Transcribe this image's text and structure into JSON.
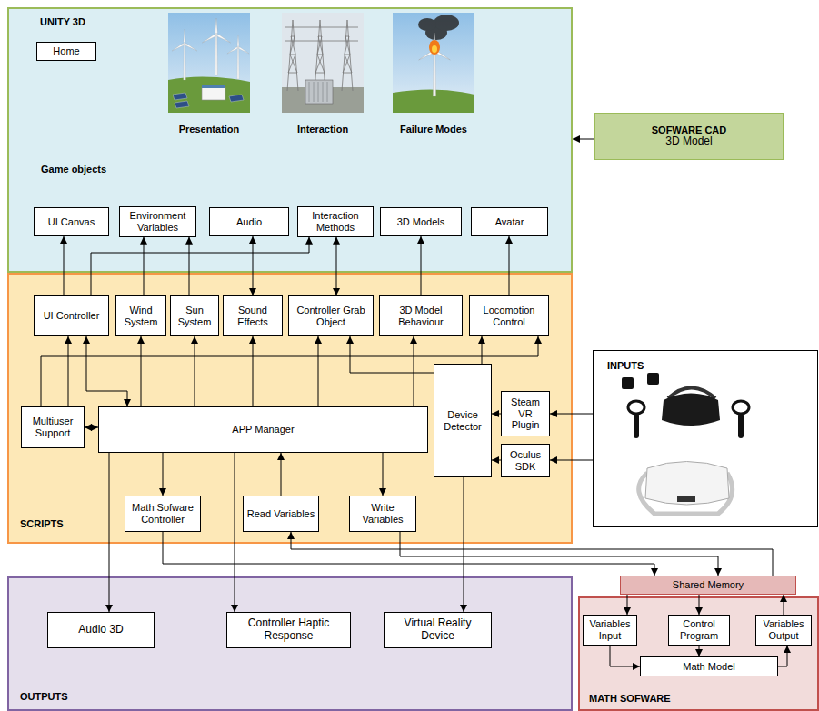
{
  "diagram": {
    "nodes": [
      {
        "text": [
          "UNITY 3D"
        ]
      },
      {
        "text": [
          "Home"
        ],
        "in": 0
      },
      {
        "text": [
          "UI Canvas"
        ],
        "in": 0
      },
      {
        "text": [
          "Environment Variables"
        ],
        "in": 0
      },
      {
        "text": [
          "Audio"
        ],
        "in": 0
      },
      {
        "text": [
          "Interaction Methods"
        ],
        "in": 0
      },
      {
        "text": [
          "3D Models"
        ],
        "in": 0
      },
      {
        "text": [
          "Avatar"
        ],
        "in": 0
      },
      {
        "text": [
          "SOFWARE CAD",
          "3D Model"
        ]
      },
      {
        "text": [
          "SCRIPTS"
        ]
      },
      {
        "text": [
          "UI Controller"
        ],
        "in": 9
      },
      {
        "text": [
          "Wind System"
        ],
        "in": 9
      },
      {
        "text": [
          "Sun System"
        ],
        "in": 9
      },
      {
        "text": [
          "Sound Effects"
        ],
        "in": 9
      },
      {
        "text": [
          "Controller Grab Object"
        ],
        "in": 9
      },
      {
        "text": [
          "3D Model Behaviour"
        ],
        "in": 9
      },
      {
        "text": [
          "Locomotion Control"
        ],
        "in": 9
      },
      {
        "text": [
          "Multiuser Support"
        ],
        "in": 9
      },
      {
        "text": [
          "APP Manager"
        ],
        "in": 9
      },
      {
        "text": [
          "Device Detector"
        ],
        "in": 9
      },
      {
        "text": [
          "Steam VR Plugin"
        ],
        "in": 9
      },
      {
        "text": [
          "Oculus SDK"
        ],
        "in": 9
      },
      {
        "text": [
          "Math Sofware Controller"
        ],
        "in": 9
      },
      {
        "text": [
          "Read Variables"
        ],
        "in": 9
      },
      {
        "text": [
          "Write Variables"
        ],
        "in": 9
      },
      {
        "text": [
          "INPUTS"
        ]
      },
      {
        "text": [
          "OUTPUTS"
        ]
      },
      {
        "text": [
          "Audio 3D"
        ],
        "in": 26
      },
      {
        "text": [
          "Controller Haptic Response"
        ],
        "in": 26
      },
      {
        "text": [
          "Virtual Reality Device"
        ],
        "in": 26
      },
      {
        "text": [
          "Shared Memory"
        ]
      },
      {
        "text": [
          "MATH SOFWARE"
        ]
      },
      {
        "text": [
          "Variables Input"
        ],
        "in": 31
      },
      {
        "text": [
          "Control Program"
        ],
        "in": 31
      },
      {
        "text": [
          "Variables Output"
        ],
        "in": 31
      },
      {
        "text": [
          "Math Model"
        ],
        "in": 31
      }
    ],
    "edges": [
      {
        "from": 8,
        "to": 0,
        "arrow": "to"
      },
      {
        "from": 10,
        "to": 2,
        "arrow": "to"
      },
      {
        "from": 10,
        "to": 5,
        "arrow": "to"
      },
      {
        "from": 11,
        "to": 3,
        "arrow": "to"
      },
      {
        "from": 12,
        "to": 3,
        "arrow": "to"
      },
      {
        "from": 13,
        "to": 4,
        "arrow": "both"
      },
      {
        "from": 14,
        "to": 5,
        "arrow": "both"
      },
      {
        "from": 15,
        "to": 6,
        "arrow": "to"
      },
      {
        "from": 16,
        "to": 7,
        "arrow": "to"
      },
      {
        "from": 18,
        "to": 10,
        "arrow": "both"
      },
      {
        "from": 18,
        "to": 11,
        "arrow": "to"
      },
      {
        "from": 18,
        "to": 12,
        "arrow": "to"
      },
      {
        "from": 18,
        "to": 13,
        "arrow": "to"
      },
      {
        "from": 18,
        "to": 14,
        "arrow": "to"
      },
      {
        "from": 18,
        "to": 15,
        "arrow": "to"
      },
      {
        "from": 17,
        "to": 10,
        "arrow": "to"
      },
      {
        "from": 17,
        "to": 16,
        "arrow": "to"
      },
      {
        "from": 19,
        "to": 14,
        "arrow": "to"
      },
      {
        "from": 19,
        "to": 16,
        "arrow": "to"
      },
      {
        "from": 17,
        "to": 18,
        "arrow": "both"
      },
      {
        "from": 20,
        "to": 19,
        "arrow": "to"
      },
      {
        "from": 21,
        "to": 19,
        "arrow": "to"
      },
      {
        "from": 25,
        "to": 20,
        "arrow": "to"
      },
      {
        "from": 25,
        "to": 21,
        "arrow": "to"
      },
      {
        "from": 18,
        "to": 22,
        "arrow": "to"
      },
      {
        "from": 23,
        "to": 18,
        "arrow": "to"
      },
      {
        "from": 18,
        "to": 24,
        "arrow": "to"
      },
      {
        "from": 18,
        "to": 27,
        "arrow": "to"
      },
      {
        "from": 18,
        "to": 28,
        "arrow": "to"
      },
      {
        "from": 19,
        "to": 29,
        "arrow": "to"
      },
      {
        "from": 22,
        "to": 30,
        "arrow": "to"
      },
      {
        "from": 24,
        "to": 30,
        "arrow": "to"
      },
      {
        "from": 30,
        "to": 23,
        "arrow": "to"
      },
      {
        "from": 30,
        "to": 32,
        "arrow": "to"
      },
      {
        "from": 30,
        "to": 33,
        "arrow": "to"
      },
      {
        "from": 34,
        "to": 30,
        "arrow": "to"
      },
      {
        "from": 32,
        "to": 35,
        "arrow": "to"
      },
      {
        "from": 33,
        "to": 35,
        "arrow": "to"
      },
      {
        "from": 35,
        "to": 34,
        "arrow": "to"
      }
    ],
    "labels": [
      "Presentation",
      "Interaction",
      "Failure Modes",
      "Game objects"
    ]
  }
}
